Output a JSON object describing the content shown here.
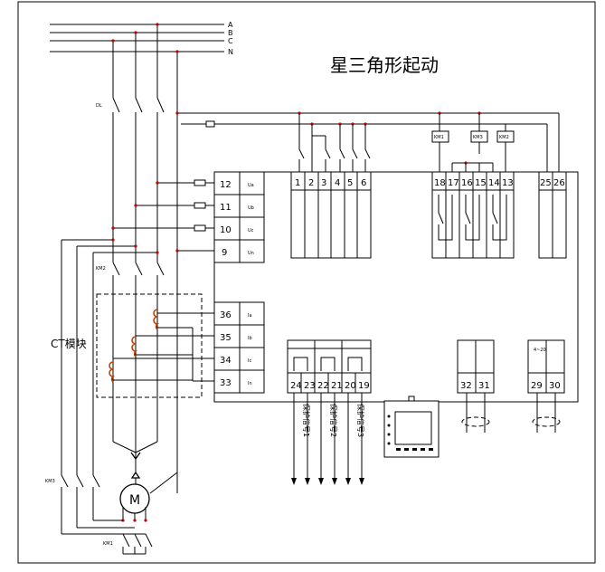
{
  "title": "星三角形起动",
  "bus": {
    "phases": [
      "A",
      "B",
      "C",
      "N"
    ]
  },
  "labels": {
    "ct_module": "CT模块",
    "motor": "M",
    "dl": "DL",
    "km3": "KM3",
    "km2": "KM2",
    "km1": "KM1"
  },
  "terminals": {
    "voltage": [
      "12",
      "11",
      "10",
      "9"
    ],
    "voltage_names": [
      "Ua",
      "Ub",
      "Uc",
      "Un"
    ],
    "current": [
      "36",
      "35",
      "34",
      "33"
    ],
    "current_names": [
      "Ia",
      "Ib",
      "Ic",
      "In"
    ],
    "inputs": [
      "1",
      "2",
      "3",
      "4",
      "5",
      "6"
    ],
    "relays": [
      "18",
      "17",
      "16",
      "15",
      "14",
      "13"
    ],
    "relay_coils": [
      "KM1",
      "KM3",
      "KM2"
    ],
    "aux": [
      "25",
      "26"
    ],
    "outputs": [
      "24",
      "23",
      "22",
      "21",
      "20",
      "19"
    ],
    "comm": [
      "32",
      "31"
    ],
    "analog": [
      "29",
      "30"
    ],
    "analog_label": "4~20"
  },
  "signals": {
    "protect": [
      "保护信号1",
      "保护信号2",
      "保护信号3"
    ]
  }
}
